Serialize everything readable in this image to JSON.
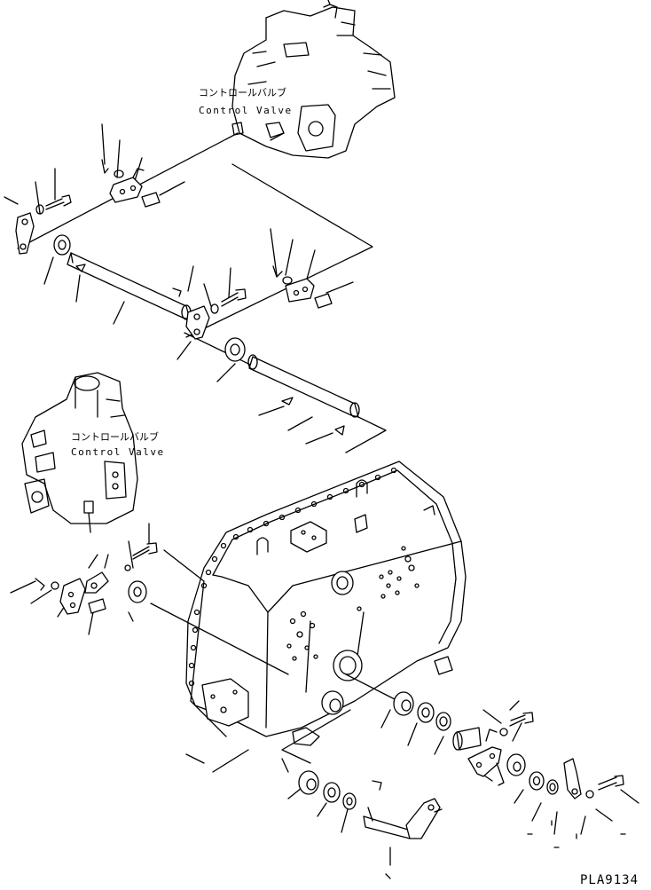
{
  "labels": {
    "valve_upper_jp": "コントロールバルブ",
    "valve_upper_en": "Control Valve",
    "valve_left_jp": "コントロールバルブ",
    "valve_left_en": "Control Valve"
  },
  "drawing_code": "PLA9134"
}
